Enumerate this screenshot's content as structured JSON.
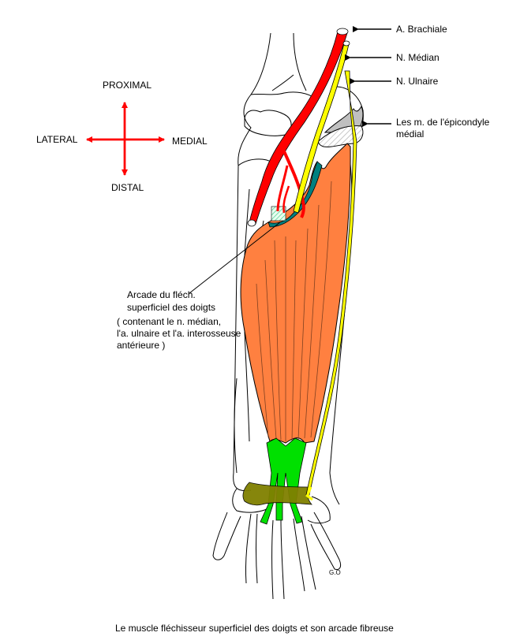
{
  "caption": "Le muscle fléchisseur superficiel des doigts et son arcade fibreuse",
  "orientation": {
    "proximal": "PROXIMAL",
    "distal": "DISTAL",
    "lateral": "LATERAL",
    "medial": "MEDIAL",
    "arrow_color": "#ff0000"
  },
  "labels": {
    "brachial_artery": "A. Brachiale",
    "median_nerve": "N. Médian",
    "ulnar_nerve": "N. Ulnaire",
    "epicondyle_muscles_line1": "Les m. de l'épicondyle",
    "epicondyle_muscles_line2": "médial",
    "arcade_line1": "Arcade du fléch.",
    "arcade_line2": "superficiel des doigts",
    "arcade_line3": "( contenant le n. médian,",
    "arcade_line4": "l'a. ulnaire et l'a. interosseuse",
    "arcade_line5": "antérieure )"
  },
  "signature": "G.O",
  "colors": {
    "muscle": "#ff8040",
    "artery": "#ff0000",
    "nerve": "#ffff00",
    "tendon": "#00e000",
    "arcade": "#008080",
    "retinaculum": "#808000",
    "epicondyle": "#c0c0c0"
  }
}
